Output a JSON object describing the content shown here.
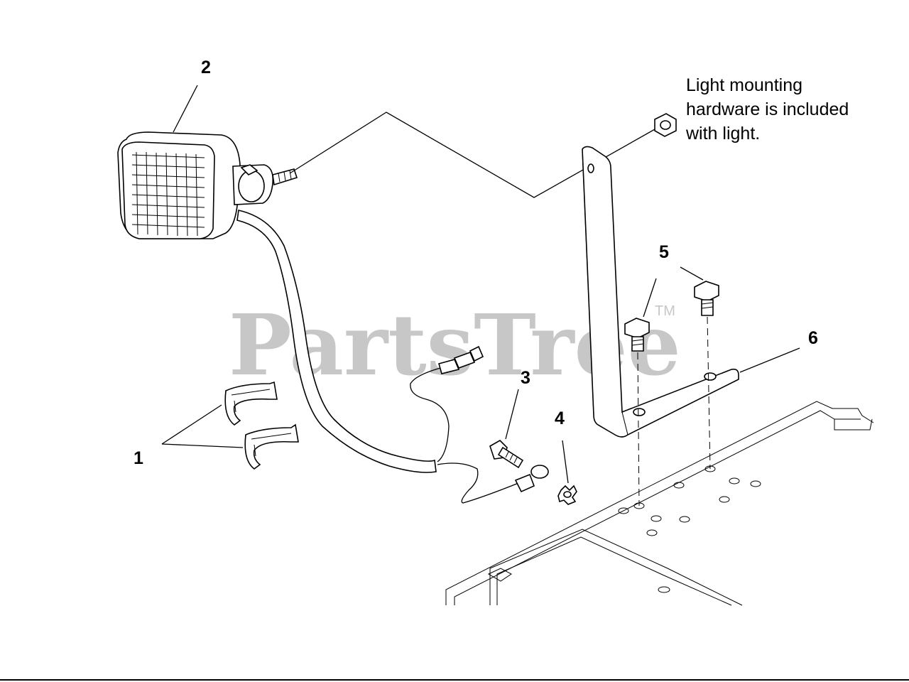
{
  "callouts": {
    "c1": "1",
    "c2": "2",
    "c3": "3",
    "c4": "4",
    "c5": "5",
    "c6": "6"
  },
  "note": {
    "line1": "Light mounting",
    "line2": "hardware is included",
    "line3": "with light."
  },
  "watermark": {
    "text": "PartsTree",
    "tm": "TM"
  }
}
